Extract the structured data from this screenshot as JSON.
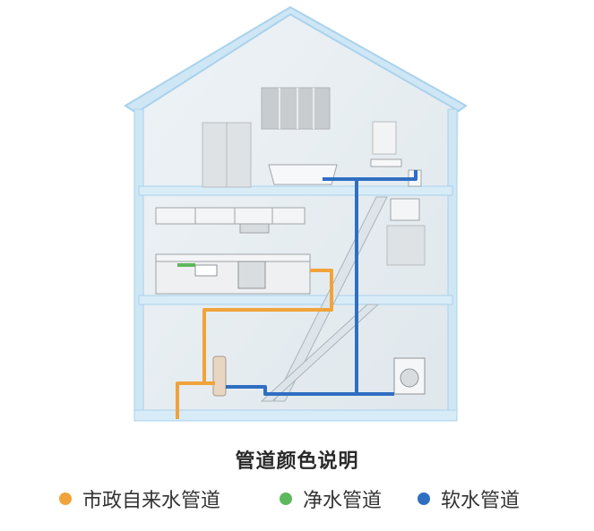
{
  "legend": {
    "title": "管道颜色说明",
    "items": [
      {
        "label": "市政自来水管道",
        "color": "#f0a33b"
      },
      {
        "label": "净水管道",
        "color": "#5cb85c"
      },
      {
        "label": "软水管道",
        "color": "#2f6fc2"
      }
    ]
  },
  "colors": {
    "house_outline": "#a9d2ec",
    "house_fill": "#e7eef3",
    "floor_slab": "#d8ecf8",
    "tap_water_pipe": "#f0a33b",
    "purified_water_pipe": "#5cb85c",
    "soft_water_pipe": "#2f6fc2"
  }
}
